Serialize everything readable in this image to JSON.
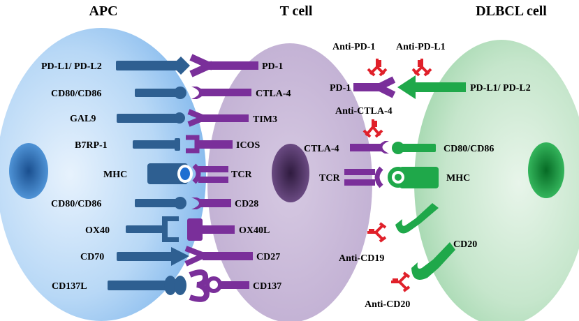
{
  "titles": {
    "apc": "APC",
    "tcell": "T cell",
    "dlbcl": "DLBCL cell"
  },
  "apc_labels": [
    "PD-L1/ PD-L2",
    "CD80/CD86",
    "GAL9",
    "B7RP-1",
    "MHC",
    "CD80/CD86",
    "OX40",
    "CD70",
    "CD137L"
  ],
  "tcell_labels": [
    "PD-1",
    "CTLA-4",
    "TIM3",
    "ICOS",
    "TCR",
    "CD28",
    "OX40L",
    "CD27",
    "CD137"
  ],
  "tcell_right_labels": [
    "PD-1",
    "CTLA-4",
    "TCR"
  ],
  "dlbcl_labels": [
    "PD-L1/ PD-L2",
    "CD80/CD86",
    "MHC",
    "CD20"
  ],
  "antibodies": [
    "Anti-PD-1",
    "Anti-PD-L1",
    "Anti-CTLA-4",
    "Anti-CD19",
    "Anti-CD20"
  ],
  "colors": {
    "apc_cell": "#9fcbf2",
    "apc_nucleus": "#2f6fb5",
    "tcell_cell": "#c9b8d8",
    "tcell_nucleus": "#4a2f5c",
    "dlbcl_cell": "#bfe2c5",
    "dlbcl_nucleus": "#0e8f3a",
    "apc_ligand": "#2e5f91",
    "tcell_receptor": "#7a2f9a",
    "dlbcl_ligand": "#1fa84a",
    "antibody": "#e0202a",
    "mhc_core": "#1f6fd1"
  }
}
